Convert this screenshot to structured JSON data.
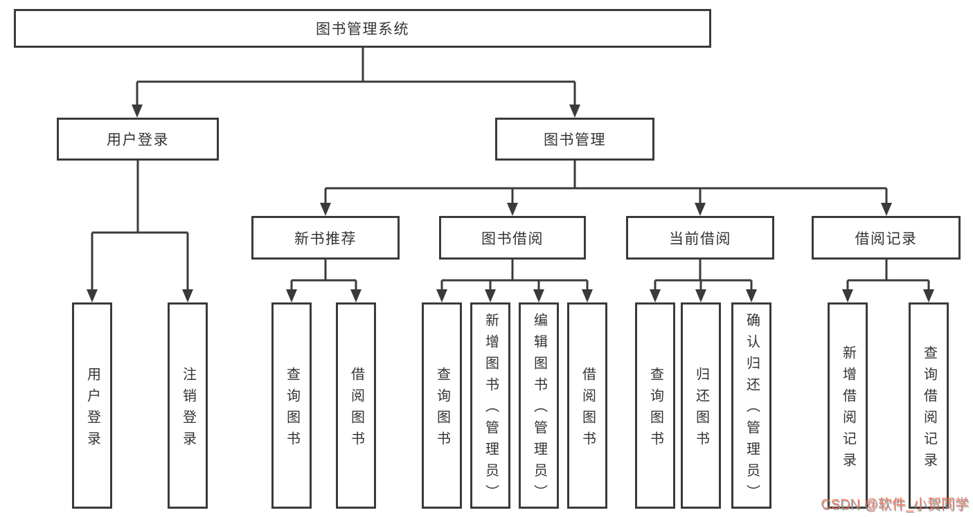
{
  "colors": {
    "box_border": "#3a3a3a",
    "connector": "#3a3a3a",
    "text": "#333333",
    "watermark_gray": "#8a8a8a",
    "watermark_red": "#fc5531"
  },
  "tree": {
    "root": {
      "label": "图书管理系统"
    },
    "branches": [
      {
        "label": "用户登录",
        "children": [
          {
            "label": "用户登录"
          },
          {
            "label": "注销登录"
          }
        ]
      },
      {
        "label": "图书管理",
        "children": [
          {
            "label": "新书推荐",
            "children": [
              {
                "label": "查询图书"
              },
              {
                "label": "借阅图书"
              }
            ]
          },
          {
            "label": "图书借阅",
            "children": [
              {
                "label": "查询图书"
              },
              {
                "label": "新增图书（管理员）"
              },
              {
                "label": "编辑图书（管理员）"
              },
              {
                "label": "借阅图书"
              }
            ]
          },
          {
            "label": "当前借阅",
            "children": [
              {
                "label": "查询图书"
              },
              {
                "label": "归还图书"
              },
              {
                "label": "确认归还（管理员）"
              }
            ]
          },
          {
            "label": "借阅记录",
            "children": [
              {
                "label": "新增借阅记录"
              },
              {
                "label": "查询借阅记录"
              }
            ]
          }
        ]
      }
    ]
  },
  "watermark": {
    "text": "CSDN @软件_小贺同学"
  }
}
